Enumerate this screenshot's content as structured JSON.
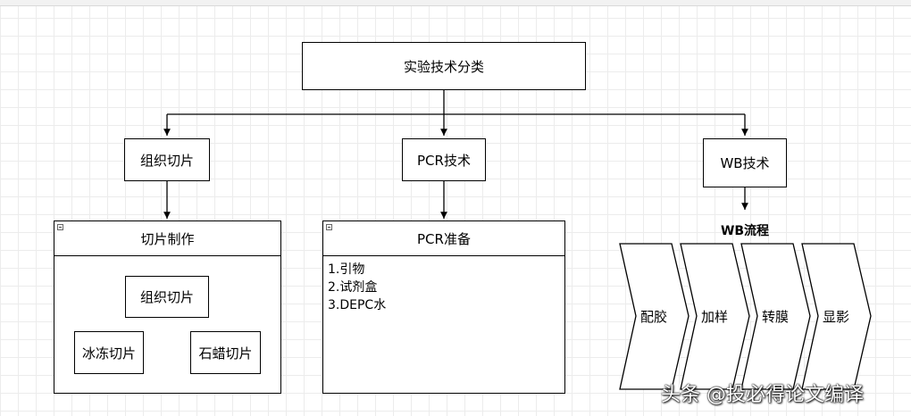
{
  "root": {
    "label": "实验技术分类"
  },
  "categories": [
    {
      "label": "组织切片"
    },
    {
      "label": "PCR技术"
    },
    {
      "label": "WB技术"
    }
  ],
  "slice_container": {
    "title": "切片制作",
    "root": "组织切片",
    "children": [
      "冰冻切片",
      "石蜡切片"
    ]
  },
  "pcr_container": {
    "title": "PCR准备",
    "items": [
      "1.引物",
      "2.试剂盒",
      "3.DEPC水"
    ]
  },
  "wb_flow": {
    "title": "WB流程",
    "steps": [
      "配胶",
      "加样",
      "转膜",
      "显影"
    ]
  },
  "watermark": "头条 @投必得论文编译",
  "colors": {
    "stroke": "#000000",
    "grid": "#ececec",
    "fill": "#ffffff"
  }
}
